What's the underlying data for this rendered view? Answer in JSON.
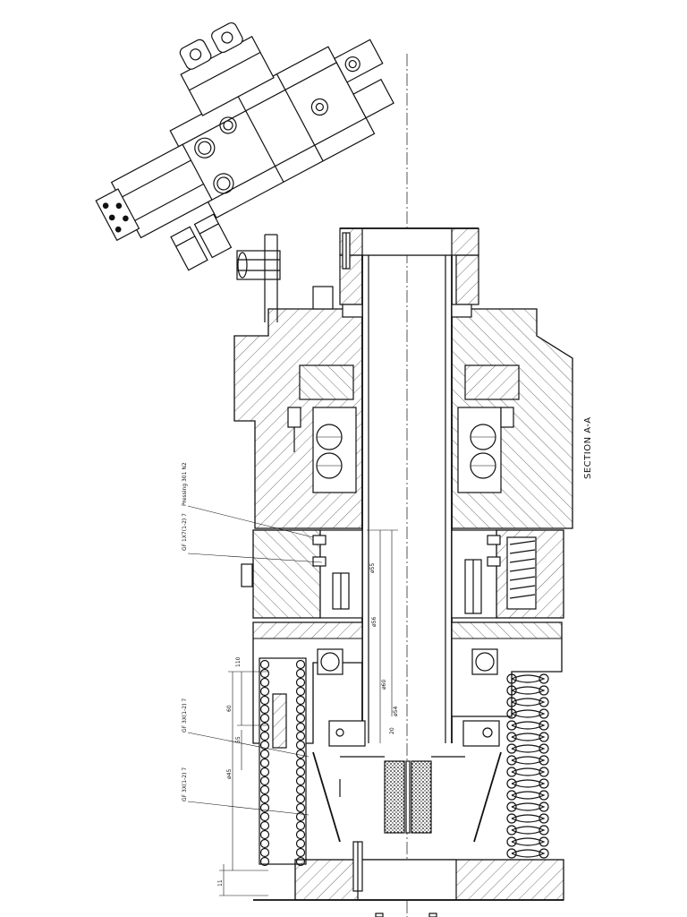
{
  "section_title": "SECTION A-A",
  "callouts": {
    "callout_1": "Pressing 301 N2",
    "callout_2": "GF 1X7(1-2) 7",
    "callout_3": "GF 3X(1-2) 7",
    "callout_4": "GF 3X(1-2) 7"
  },
  "dimensions": {
    "dim_a": "ø55",
    "dim_b": "ø60",
    "dim_c": "ø54",
    "dim_d": "ø56",
    "dim_e": "ø45",
    "dim_f": "110",
    "dim_g": "11",
    "dim_h": "55",
    "dim_i": "60",
    "dim_j": "20"
  }
}
